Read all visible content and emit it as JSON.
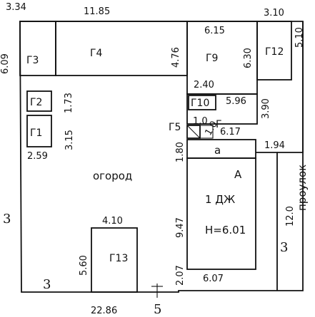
{
  "labels": {
    "g1": "Г1",
    "g2": "Г2",
    "g3": "Г3",
    "g4": "Г4",
    "g5": "Г5",
    "g9": "Г9",
    "g10": "Г10",
    "g12": "Г12",
    "g13": "Г13",
    "g_small": "Г",
    "ogorod": "огород",
    "a_lower": "а",
    "a_upper": "А",
    "house": "1 ДЖ",
    "height": "H=6.01",
    "street": "проулок"
  },
  "dimensions": {
    "top_left": "3.34",
    "top_mid": "11.85",
    "top_right": "3.10",
    "left_side": "6.09",
    "g4_height": "4.76",
    "g9_width": "6.15",
    "g9_height": "6.30",
    "g12_height": "5.10",
    "g_mid_width": "2.40",
    "g10_span": "5.96",
    "right_3_90": "3.90",
    "g5_small": "1.0",
    "g5_diag": "1.0",
    "a_width": "6.17",
    "right_1_94": "1.94",
    "left_1_73": "1.73",
    "left_3_15": "3.15",
    "g1_width": "2.59",
    "a_height": "1.80",
    "g13_width": "4.10",
    "house_height": "9.47",
    "right_12_0": "12.0",
    "g13_height": "5.60",
    "house_bottom_h": "2.07",
    "house_bottom_w": "6.07",
    "bottom_total": "22.86"
  },
  "marks": {
    "m3_left": "3",
    "m3_bottom": "3",
    "m3_right": "3",
    "m5": "5"
  }
}
